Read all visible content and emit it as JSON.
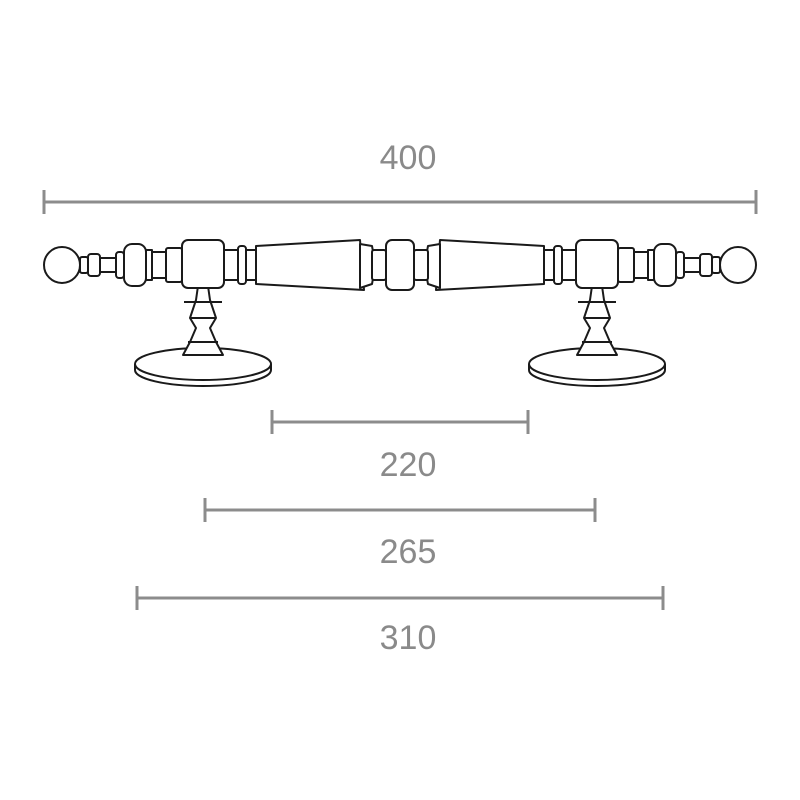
{
  "drawing": {
    "subject": "handle-pull",
    "dimensions": [
      {
        "id": "overall",
        "value": "400"
      },
      {
        "id": "inner",
        "value": "220"
      },
      {
        "id": "middle",
        "value": "265"
      },
      {
        "id": "outer",
        "value": "310"
      }
    ]
  },
  "colors": {
    "dimension": "#8c8c8c",
    "outline": "#1a1a1a",
    "background": "#ffffff"
  }
}
